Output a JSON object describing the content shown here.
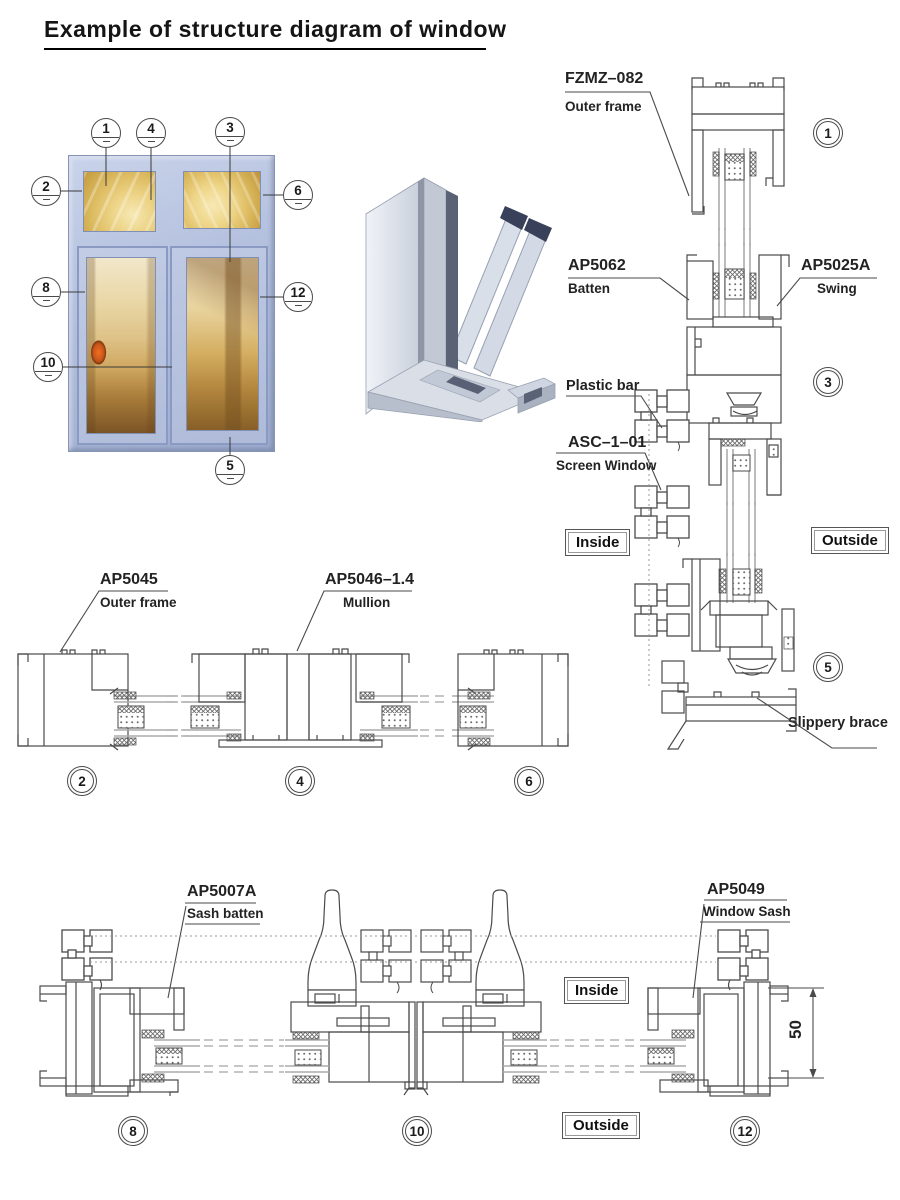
{
  "page": {
    "title": "Example of structure  diagram of window"
  },
  "labels": {
    "fzmz_code": "FZMZ–082",
    "fzmz_name": "Outer frame",
    "ap5062_code": "AP5062",
    "ap5062_name": "Batten",
    "ap5025a_code": "AP5025A",
    "ap5025a_name": "Swing",
    "plastic_bar": "Plastic bar",
    "asc_code": "ASC–1–01",
    "asc_name": "Screen Window",
    "slippery_brace": "Slippery brace",
    "ap5045_code": "AP5045",
    "ap5045_name": "Outer frame",
    "ap5046_code": "AP5046–1.4",
    "ap5046_name": "Mullion",
    "ap5007a_code": "AP5007A",
    "ap5007a_name": "Sash batten",
    "ap5049_code": "AP5049",
    "ap5049_name": "Window Sash"
  },
  "callouts": {
    "c1": "1",
    "c4": "4",
    "c3": "3",
    "c2": "2",
    "c6": "6",
    "c8": "8",
    "c12": "12",
    "c10": "10",
    "c5": "5"
  },
  "sections": {
    "s1": "1",
    "s3": "3",
    "s5": "5",
    "s2": "2",
    "s4": "4",
    "s6": "6",
    "s8": "8",
    "s10": "10",
    "s12": "12"
  },
  "side_labels": {
    "inside": "Inside",
    "outside": "Outside"
  },
  "dimension": {
    "sash_depth": "50"
  },
  "colors": {
    "line": "#4a4a4a",
    "frame_blue": "#b2bfdd",
    "photo_gold": "#dfbf66",
    "glass_gray": "#ababab"
  }
}
